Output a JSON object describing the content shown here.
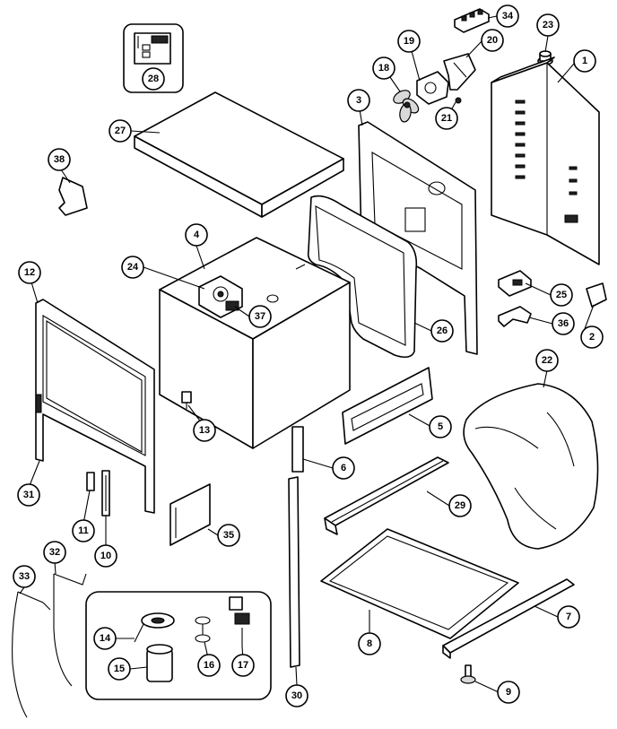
{
  "callouts": [
    {
      "id": "1",
      "label": "1"
    },
    {
      "id": "2",
      "label": "2"
    },
    {
      "id": "3",
      "label": "3"
    },
    {
      "id": "4",
      "label": "4"
    },
    {
      "id": "5",
      "label": "5"
    },
    {
      "id": "6",
      "label": "6"
    },
    {
      "id": "7",
      "label": "7"
    },
    {
      "id": "8",
      "label": "8"
    },
    {
      "id": "9",
      "label": "9"
    },
    {
      "id": "10",
      "label": "10"
    },
    {
      "id": "11",
      "label": "11"
    },
    {
      "id": "12",
      "label": "12"
    },
    {
      "id": "13",
      "label": "13"
    },
    {
      "id": "14",
      "label": "14"
    },
    {
      "id": "15",
      "label": "15"
    },
    {
      "id": "16",
      "label": "16"
    },
    {
      "id": "17",
      "label": "17"
    },
    {
      "id": "18",
      "label": "18"
    },
    {
      "id": "19",
      "label": "19"
    },
    {
      "id": "20",
      "label": "20"
    },
    {
      "id": "21",
      "label": "21"
    },
    {
      "id": "22",
      "label": "22"
    },
    {
      "id": "23",
      "label": "23"
    },
    {
      "id": "24",
      "label": "24"
    },
    {
      "id": "25",
      "label": "25"
    },
    {
      "id": "26",
      "label": "26"
    },
    {
      "id": "27",
      "label": "27"
    },
    {
      "id": "28",
      "label": "28"
    },
    {
      "id": "29",
      "label": "29"
    },
    {
      "id": "30",
      "label": "30"
    },
    {
      "id": "31",
      "label": "31"
    },
    {
      "id": "32",
      "label": "32"
    },
    {
      "id": "33",
      "label": "33"
    },
    {
      "id": "34",
      "label": "34"
    },
    {
      "id": "35",
      "label": "35"
    },
    {
      "id": "36",
      "label": "36"
    },
    {
      "id": "37",
      "label": "37"
    },
    {
      "id": "38",
      "label": "38"
    }
  ]
}
